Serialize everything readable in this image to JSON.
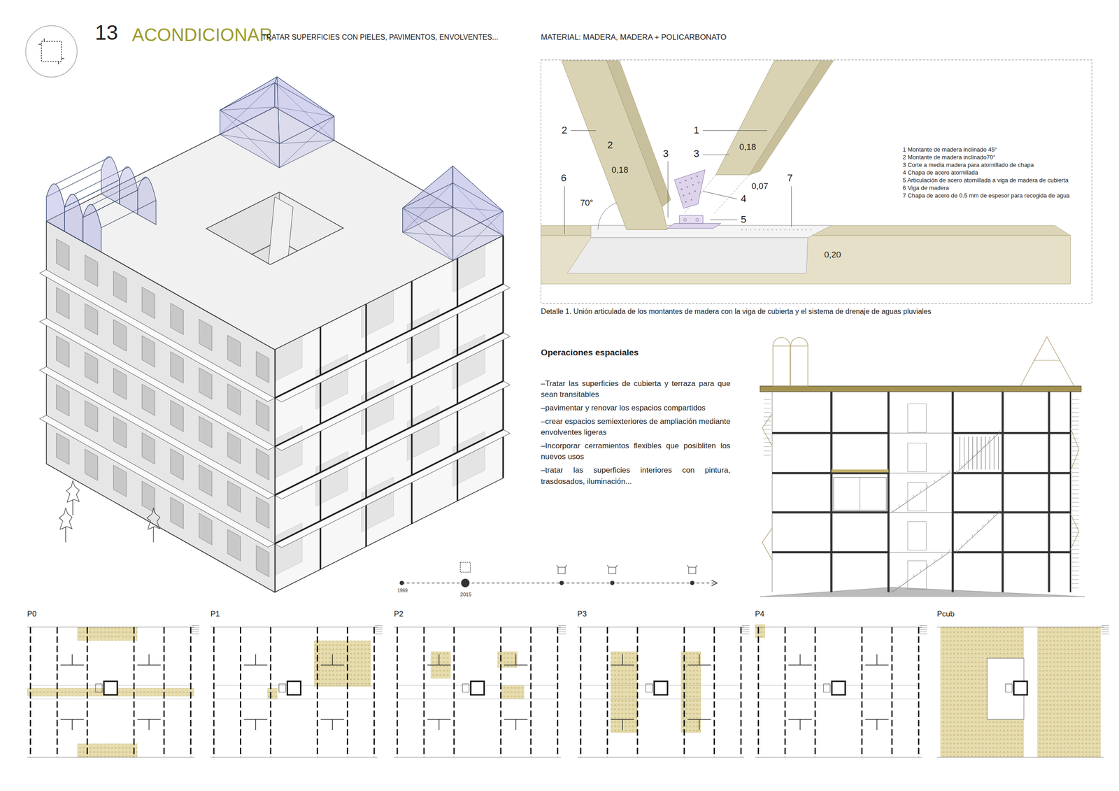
{
  "diagram": {
    "title": "ACONDICIONAR",
    "caption": "Detalle 1. Unión articulada de los montantes de madera con la viga de cubierta y el sistema de drenaje de aguas pluviales",
    "labels": [
      "13",
      "TRATAR SUPERFICIES CON PIELES, PAVIMENTOS, ENVOLVENTES...",
      "MATERIAL: MADERA, MADERA + POLICARBONATO",
      "2",
      "2",
      "0,18",
      "1",
      "3",
      "0,18",
      "3",
      "6",
      "70°",
      "4",
      "0,07",
      "7",
      "5",
      "0,20",
      "1 Montante de madera inclinado 45°",
      "2 Montante de madera inclinado70°",
      "3 Corte a media madera para atornillado de chapa",
      "4 Chapa de acero atornillada",
      "5 Articulación de acero atornillada a viga de madera de cubierta",
      "6 Viga de madera",
      "7 Chapa de acero de 0.5 mm de espesor para recogida de agua",
      "Operaciones espaciales",
      "–Tratar las superficies de cubierta y terraza para que sean transitables",
      "–pavimentar y renovar los espacios compartidos",
      "–crear espacios semiexteriores de ampliación mediante envolventes ligeras",
      "–Incorporar cerramientos flexibles que posibliten los nuevos usos",
      "–tratar las superficies interiores con pintura, trasdosados, iluminación...",
      "1969",
      "2015",
      "P0",
      "P1",
      "P2",
      "P3",
      "P4",
      "Pcub"
    ]
  }
}
